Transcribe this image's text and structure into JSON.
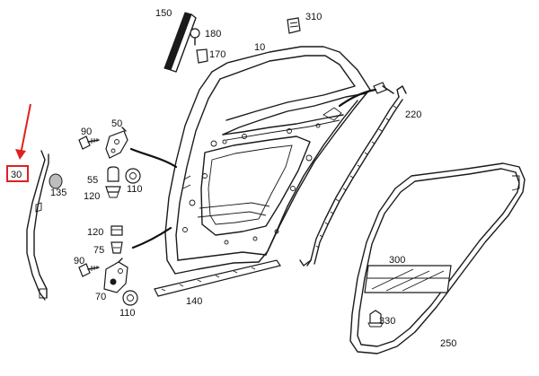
{
  "highlight_color": "#e02020",
  "labels": {
    "l150": "150",
    "l310": "310",
    "l180": "180",
    "l10": "10",
    "l170": "170",
    "l220": "220",
    "l90a": "90",
    "l50": "50",
    "l30": "30",
    "l135": "135",
    "l55": "55",
    "l120a": "120",
    "l110a": "110",
    "l120b": "120",
    "l75": "75",
    "l90b": "90",
    "l70": "70",
    "l110b": "110",
    "l140": "140",
    "l300": "300",
    "l330": "330",
    "l250": "250"
  }
}
